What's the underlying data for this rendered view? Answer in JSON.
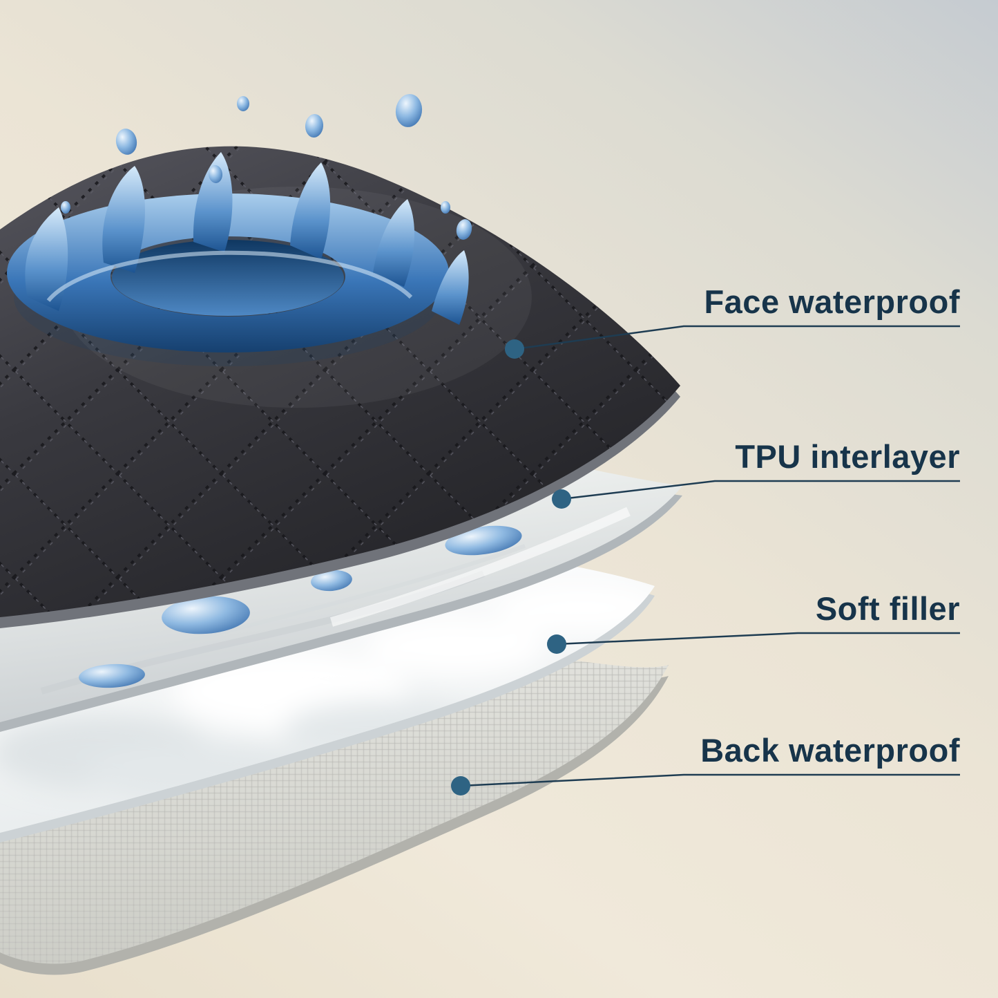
{
  "callouts": [
    {
      "label": "Face waterproof"
    },
    {
      "label": "TPU interlayer"
    },
    {
      "label": "Soft filler"
    },
    {
      "label": "Back waterproof"
    }
  ],
  "colors": {
    "label_text": "#17344a",
    "leader_line": "#1e3c52",
    "marker_dot": "#2e6383",
    "face_layer": "#39393f",
    "tpu_layer": "#e8ebeb",
    "filler_layer": "#f6f7f7",
    "back_layer": "#d9d9d4",
    "water_splash": "#2e6cb0",
    "background": "#ece5d6"
  }
}
